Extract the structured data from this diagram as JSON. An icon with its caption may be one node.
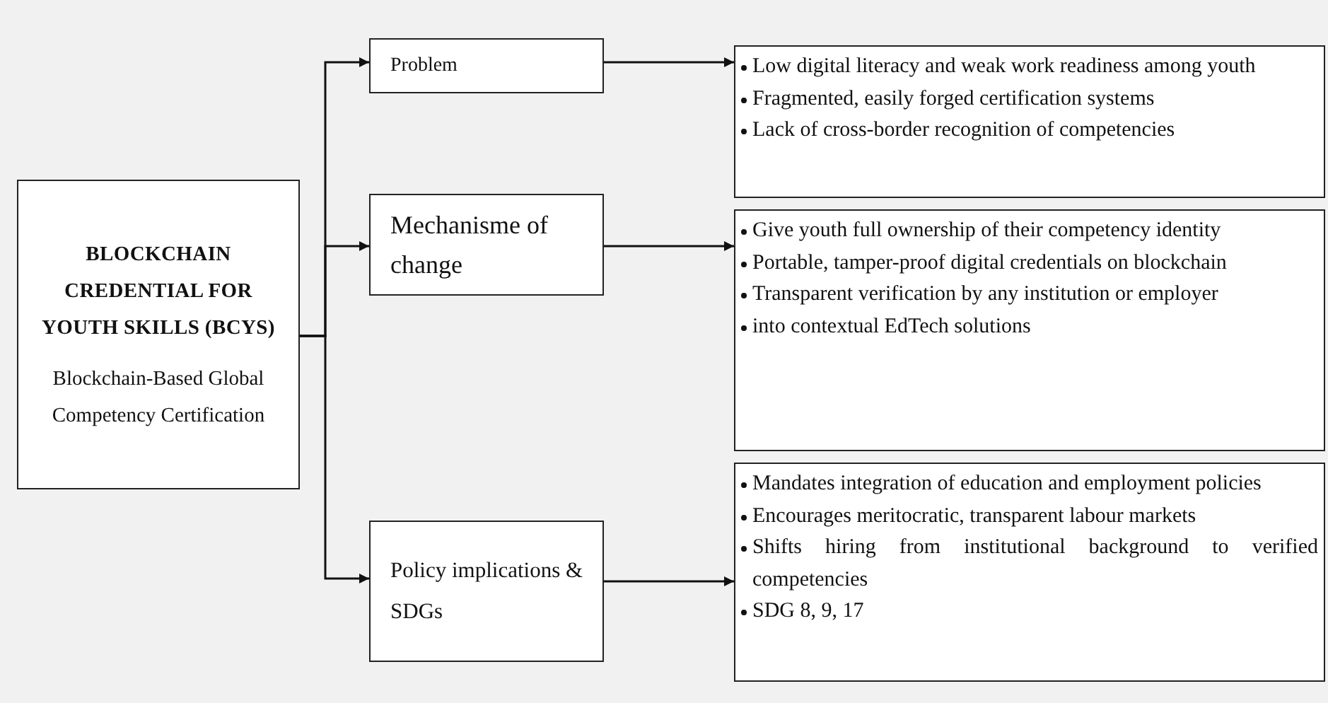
{
  "diagram": {
    "nodes": [
      {
        "text": [
          "BLOCKCHAIN CREDENTIAL FOR YOUTH SKILLS (BCYS)",
          "Blockchain-Based Global Competency Certification"
        ]
      },
      {
        "text": [
          "Problem"
        ]
      },
      {
        "text": [
          "Mechanisme of change"
        ]
      },
      {
        "text": [
          "Policy implications & SDGs"
        ]
      },
      {
        "text": [
          "Low digital literacy and weak work readiness among youth",
          "Fragmented, easily forged certification systems",
          "Lack of cross-border recognition of competencies"
        ]
      },
      {
        "text": [
          "Give youth full ownership of their competency identity",
          "Portable, tamper-proof digital credentials on blockchain",
          "Transparent verification by any institution or employer",
          "into contextual EdTech solutions"
        ]
      },
      {
        "text": [
          "Mandates integration of education and employment policies",
          "Encourages meritocratic, transparent labour markets",
          "Shifts hiring from institutional background to verified competencies",
          "SDG 8, 9, 17"
        ]
      }
    ],
    "edges": [
      {
        "from": 0,
        "to": 1,
        "arrow": "to"
      },
      {
        "from": 0,
        "to": 2,
        "arrow": "to"
      },
      {
        "from": 0,
        "to": 3,
        "arrow": "to"
      },
      {
        "from": 1,
        "to": 4,
        "arrow": "to"
      },
      {
        "from": 2,
        "to": 5,
        "arrow": "to"
      },
      {
        "from": 3,
        "to": 6,
        "arrow": "to"
      }
    ]
  }
}
